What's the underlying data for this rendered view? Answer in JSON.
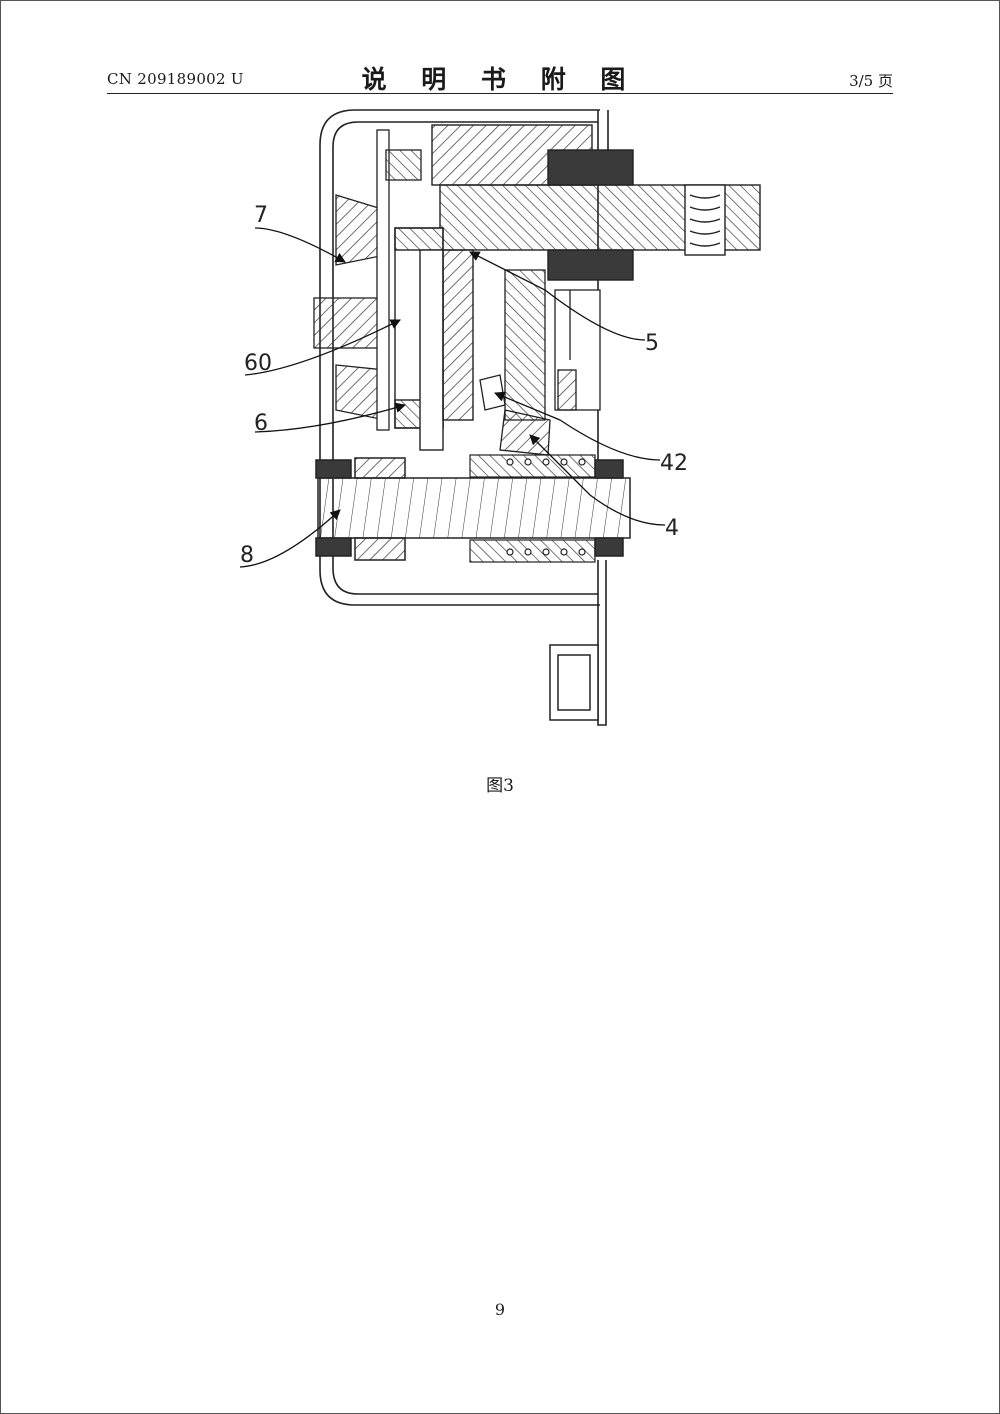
{
  "header": {
    "doc_number": "CN 209189002 U",
    "title": "说 明 书 附 图",
    "page_count": "3/5 页"
  },
  "figure": {
    "caption": "图3",
    "labels": [
      "7",
      "60",
      "6",
      "8",
      "5",
      "42",
      "4"
    ]
  },
  "footer": {
    "page_number": "9"
  }
}
